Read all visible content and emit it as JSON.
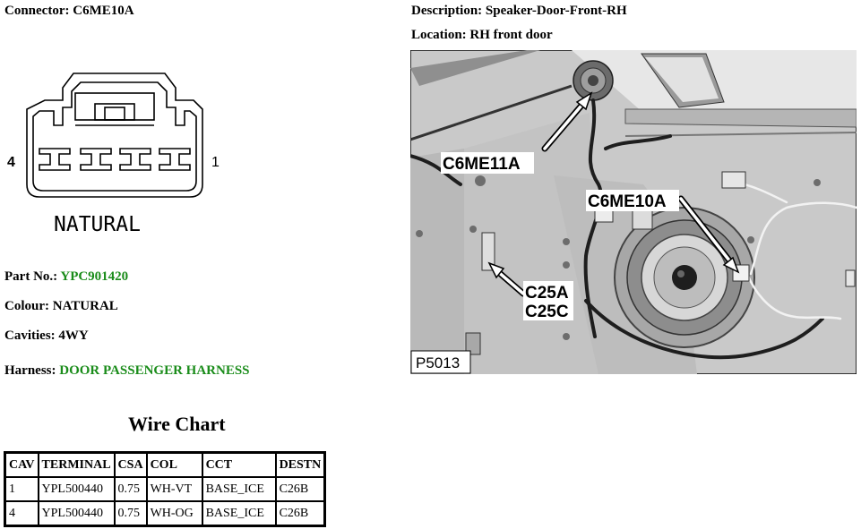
{
  "connector": {
    "label": "Connector:",
    "value": "C6ME10A"
  },
  "description": {
    "label": "Description:",
    "value": "Speaker-Door-Front-RH"
  },
  "location": {
    "label": "Location:",
    "value": "RH front door"
  },
  "diagram": {
    "pin_left": "4",
    "pin_right": "1",
    "colour_label": "NATURAL"
  },
  "photo": {
    "callouts": [
      "C6ME11A",
      "C6ME10A",
      "C25A",
      "C25C"
    ],
    "figure_id": "P5013"
  },
  "part_no": {
    "label": "Part No.:",
    "value": "YPC901420"
  },
  "colour": {
    "label": "Colour:",
    "value": "NATURAL"
  },
  "cavities": {
    "label": "Cavities:",
    "value": "4WY"
  },
  "harness": {
    "label": "Harness:",
    "value": "DOOR PASSENGER HARNESS"
  },
  "wire_chart": {
    "title": "Wire Chart",
    "headers": [
      "CAV",
      "TERMINAL",
      "CSA",
      "COL",
      "CCT",
      "DESTN"
    ],
    "rows": [
      [
        "1",
        "YPL500440",
        "0.75",
        "WH-VT",
        "BASE_ICE",
        "C26B"
      ],
      [
        "4",
        "YPL500440",
        "0.75",
        "WH-OG",
        "BASE_ICE",
        "C26B"
      ]
    ]
  },
  "colors": {
    "link_green": "#1a8c1a"
  }
}
